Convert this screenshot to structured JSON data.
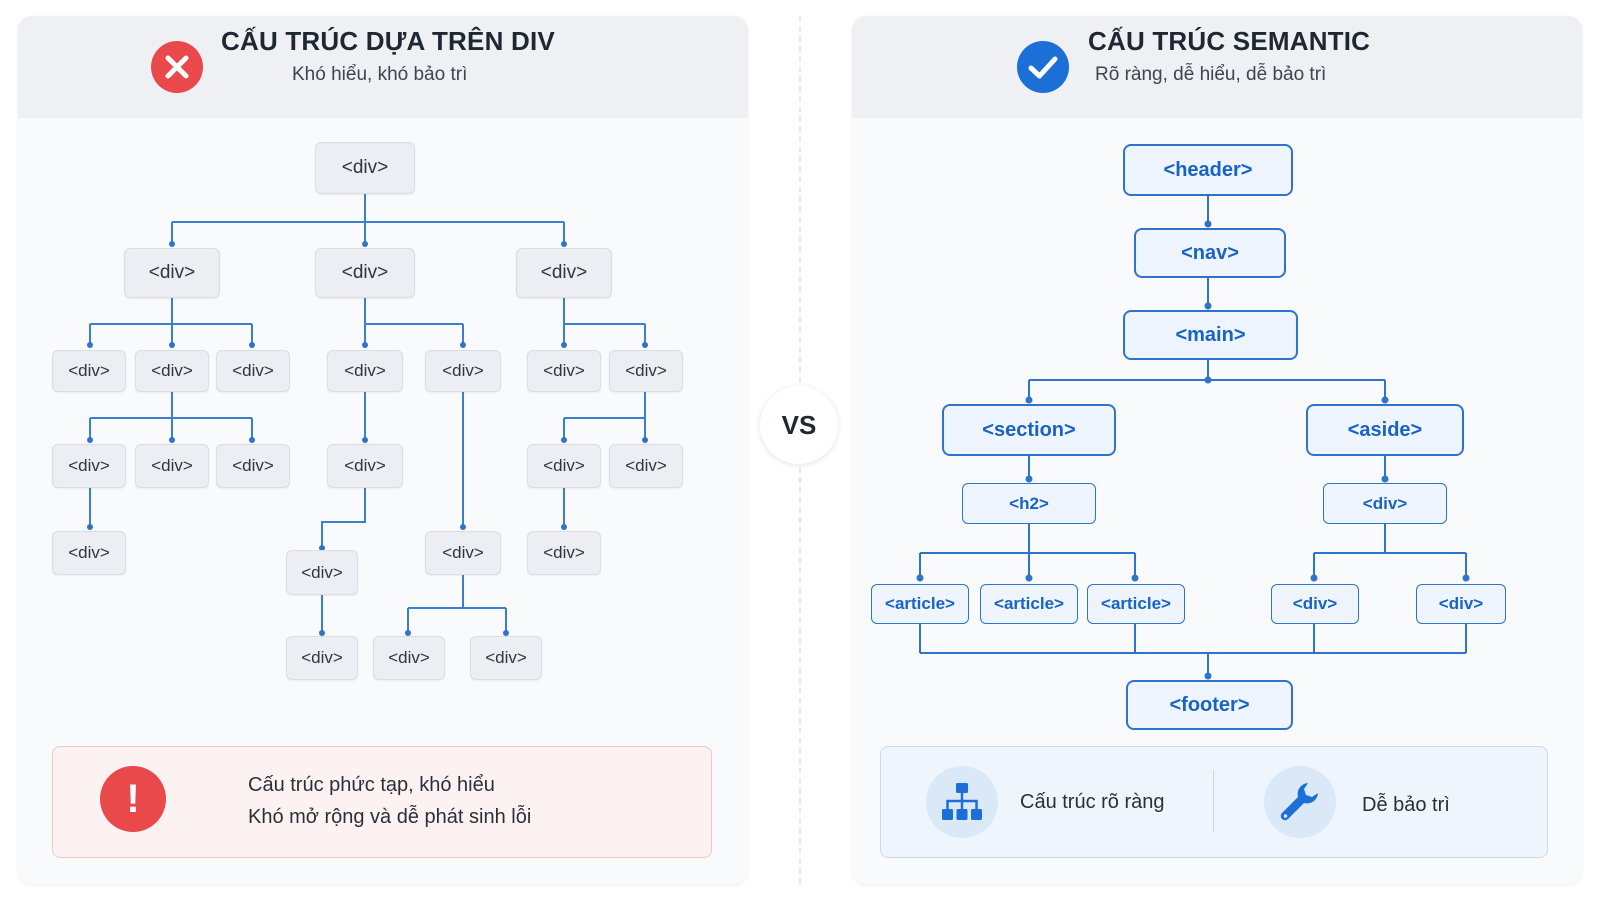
{
  "colors": {
    "bad": "#e9494b",
    "good_accent": "#1b6fd6",
    "wire_blue": "#2f74cc",
    "grey_node": "#eceef3",
    "header_bg": "#eef0f4"
  },
  "left_panel": {
    "title": "CẤU TRÚC DỰA TRÊN DIV",
    "subtitle": "Khó hiểu, khó bảo trì",
    "icon": "x-circle-icon",
    "tree_label": "<div>",
    "warning": {
      "icon": "exclamation-circle-icon",
      "line1": "Cấu trúc phức tạp, khó hiểu",
      "line2": "Khó mở rộng và dễ phát sinh lỗi"
    }
  },
  "vs_label": "VS",
  "right_panel": {
    "title": "CẤU TRÚC SEMANTIC",
    "subtitle": "Rõ ràng, dễ hiểu, dễ bảo trì",
    "icon": "check-circle-icon",
    "nodes": {
      "header": "<header>",
      "nav": "<nav>",
      "main": "<main>",
      "section": "<section>",
      "aside": "<aside>",
      "h2": "<h2>",
      "aside_div": "<div>",
      "article1": "<article>",
      "article2": "<article>",
      "article3": "<article>",
      "div1": "<div>",
      "div2": "<div>",
      "footer": "<footer>"
    },
    "benefits": [
      {
        "icon": "sitemap-icon",
        "label": "Cấu trúc rõ ràng"
      },
      {
        "icon": "wrench-icon",
        "label": "Dễ bảo trì"
      }
    ]
  }
}
